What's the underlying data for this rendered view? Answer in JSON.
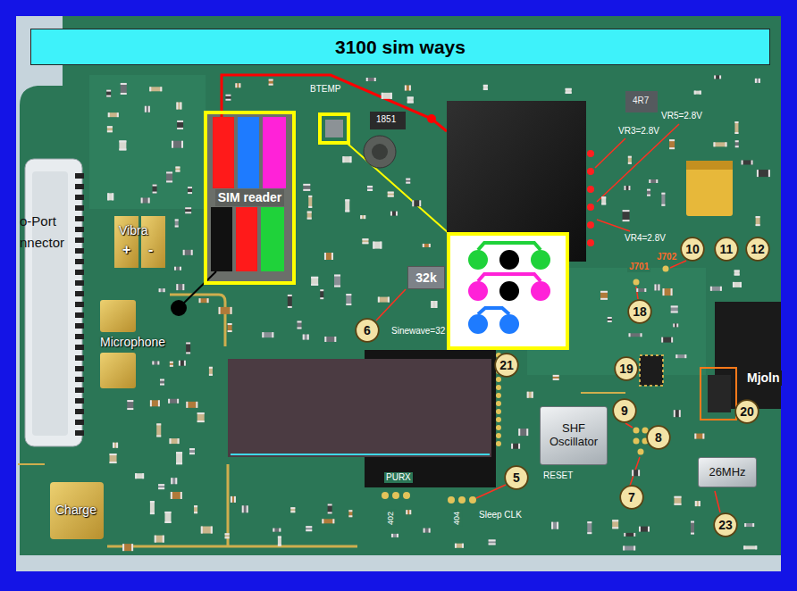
{
  "diagram": {
    "title": "3100 sim ways",
    "nodes": [
      {
        "text": [
          "SIM reader"
        ]
      },
      {
        "text": [
          "10"
        ]
      },
      {
        "text": [
          "11"
        ]
      },
      {
        "text": [
          "12"
        ]
      },
      {
        "text": [
          "32k"
        ]
      },
      {
        "text": [
          "18"
        ]
      },
      {
        "text": [
          "6"
        ]
      },
      {
        "text": [
          "21"
        ]
      },
      {
        "text": [
          "19"
        ]
      },
      {
        "text": [
          "9"
        ]
      },
      {
        "text": [
          "20"
        ]
      },
      {
        "text": [
          "SHF Oscillator"
        ]
      },
      {
        "text": [
          "8"
        ]
      },
      {
        "text": [
          "26MHz"
        ]
      },
      {
        "text": [
          "5"
        ]
      },
      {
        "text": [
          "7"
        ]
      },
      {
        "text": [
          "23"
        ]
      }
    ],
    "labels": [
      "BTEMP",
      "1851",
      "VR3=2.8V",
      "VR5=2.8V",
      "4R7",
      "VR4=2.8V",
      "J702",
      "J701",
      "o-Port nnector",
      "Vibra",
      "+",
      "-",
      "Microphone",
      "Sinewave=32",
      "Mjoln",
      "RESET",
      "PURX",
      "Charge",
      "402",
      "404",
      "Sleep CLK"
    ]
  }
}
